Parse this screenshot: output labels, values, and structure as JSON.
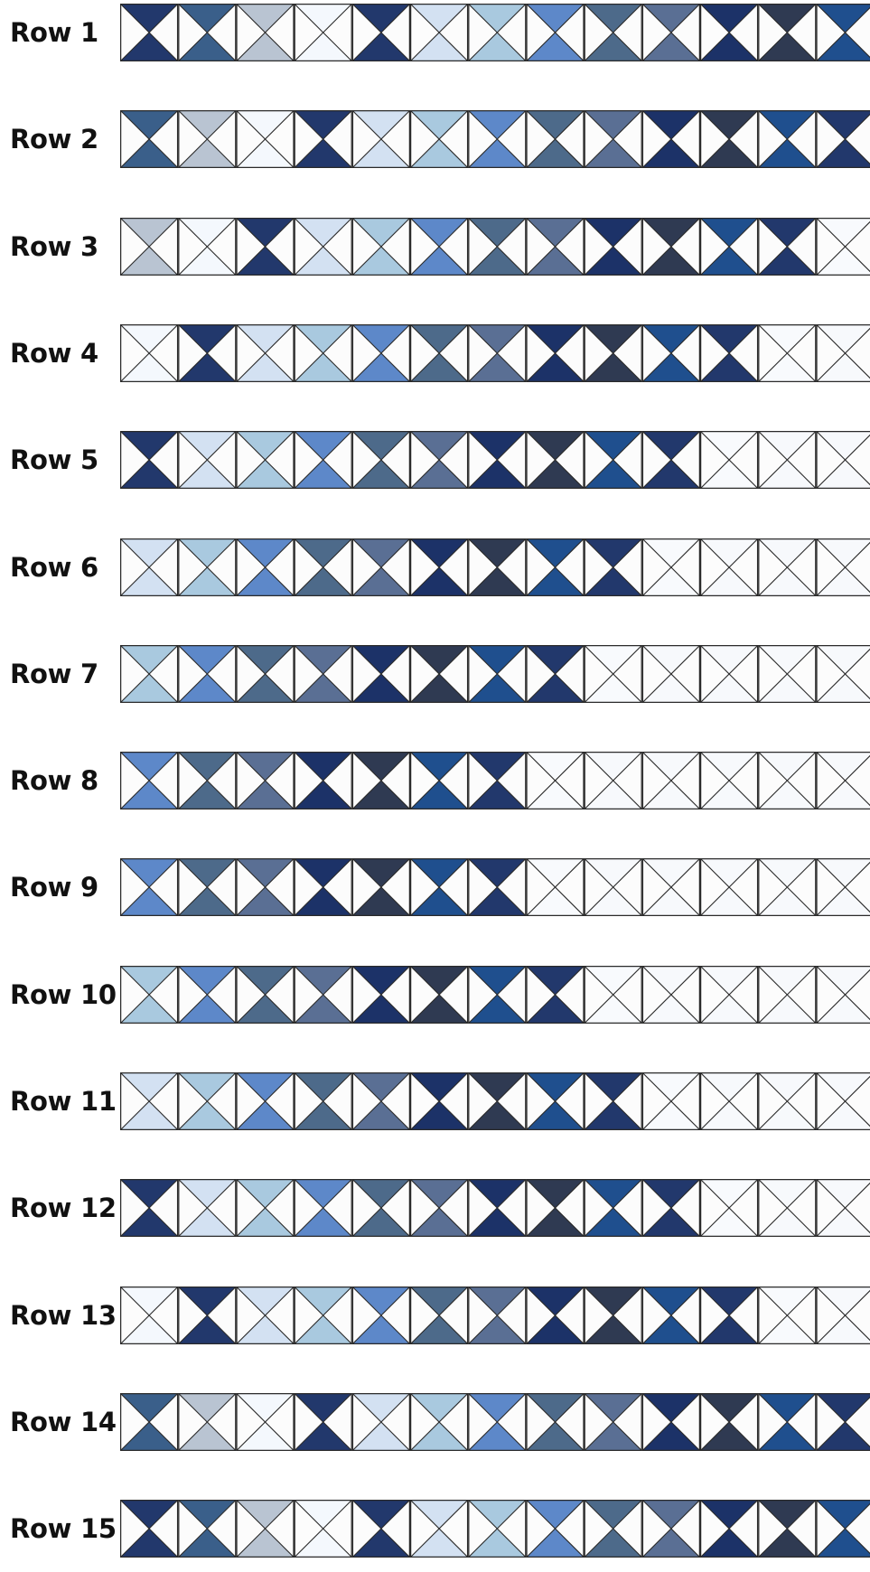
{
  "palette": {
    "white": "#fcfcfc",
    "navy": "#22386c",
    "steel": "#3a5f8a",
    "grey_mist": "#b9c4d2",
    "star_white": "#f4f8fd",
    "pale": "#d3e1f2",
    "sky": "#a9c9df",
    "periwinkle": "#5d88c9",
    "slate": "#4d6a8a",
    "static": "#5a6f94",
    "dot_navy": "#1c3268",
    "charcoal": "#2f3a52",
    "royal": "#1f4f8e",
    "floral": "#f8fafd",
    "dotted": "#f7f9fc"
  },
  "outline_color": "#2a2a2a",
  "rows": [
    {
      "label": "Row 1",
      "start": 0
    },
    {
      "label": "Row 2",
      "start": 1
    },
    {
      "label": "Row 3",
      "start": 2
    },
    {
      "label": "Row 4",
      "start": 3
    },
    {
      "label": "Row 5",
      "start": 4
    },
    {
      "label": "Row 6",
      "start": 5
    },
    {
      "label": "Row 7",
      "start": 6
    },
    {
      "label": "Row 8",
      "start": 7
    },
    {
      "label": "Row 9",
      "start": 7
    },
    {
      "label": "Row 10",
      "start": 6
    },
    {
      "label": "Row 11",
      "start": 5
    },
    {
      "label": "Row 12",
      "start": 4
    },
    {
      "label": "Row 13",
      "start": 3
    },
    {
      "label": "Row 14",
      "start": 1
    },
    {
      "label": "Row 15",
      "start": 0
    }
  ],
  "fabric_sequence": [
    "navy",
    "steel",
    "grey_mist",
    "star_white",
    "navy",
    "pale",
    "sky",
    "periwinkle",
    "slate",
    "static",
    "dot_navy",
    "charcoal",
    "royal",
    "navy",
    "floral",
    "dotted",
    "dotted",
    "dotted",
    "dotted",
    "dotted"
  ],
  "blocks_per_row": 15
}
